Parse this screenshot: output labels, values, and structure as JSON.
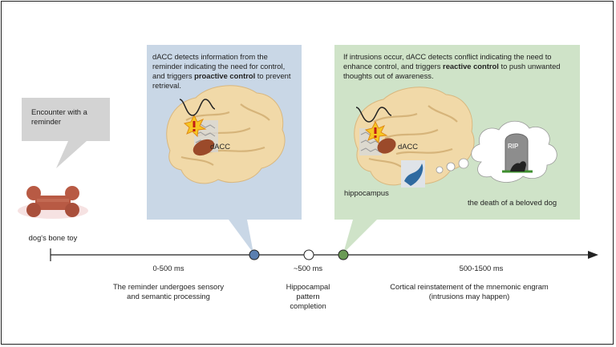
{
  "bubble": {
    "text": "Encounter with a reminder"
  },
  "toy": {
    "label": "dog's bone toy"
  },
  "left_panel": {
    "pre": "dACC detects information from the reminder indicating the need for control, and triggers ",
    "bold1": "proactive",
    "mid": " ",
    "bold2": "control",
    "post": " to prevent retrieval.",
    "dacc_label": "dACC"
  },
  "right_panel": {
    "pre": "If intrusions occur, dACC detects conflict indicating the need to enhance control, and triggers ",
    "bold": "reactive control",
    "post": " to push unwanted thoughts out of awareness.",
    "dacc_label": "dACC",
    "hippocampus_label": "hippocampus",
    "thought_label": "the death of a beloved dog",
    "tombstone_text": "RIP"
  },
  "timeline": {
    "phases": [
      {
        "time": "0-500 ms",
        "desc_line1": "The reminder undergoes sensory",
        "desc_line2": "and semantic processing",
        "desc_line3": ""
      },
      {
        "time": "~500 ms",
        "desc_line1": "Hippocampal",
        "desc_line2": "pattern",
        "desc_line3": "completion"
      },
      {
        "time": "500-1500 ms",
        "desc_line1": "Cortical reinstatement of the mnemonic engram",
        "desc_line2": "(intrusions may happen)",
        "desc_line3": ""
      }
    ],
    "colors": {
      "blue_dot": "#5b7fb0",
      "white_dot": "#ffffff",
      "green_dot": "#6a9a55"
    }
  }
}
